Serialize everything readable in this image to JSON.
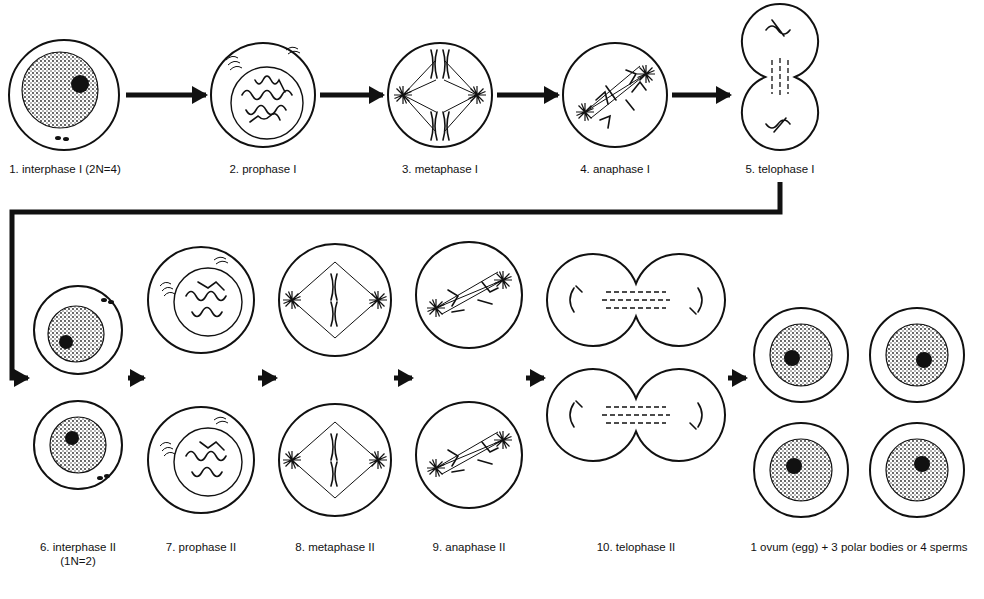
{
  "diagram": {
    "nodes": [
      {
        "text": [
          "1. interphase I (2N=4)"
        ]
      },
      {
        "text": [
          "2. prophase I"
        ]
      },
      {
        "text": [
          "3. metaphase I"
        ]
      },
      {
        "text": [
          "4. anaphase I"
        ]
      },
      {
        "text": [
          "5. telophase I"
        ]
      },
      {
        "text": [
          "6. interphase II (1N=2)"
        ]
      },
      {
        "text": [
          "7. prophase II"
        ]
      },
      {
        "text": [
          "8. metaphase II"
        ]
      },
      {
        "text": [
          "9. anaphase II"
        ]
      },
      {
        "text": [
          "10. telophase II"
        ]
      },
      {
        "text": [
          "1 ovum (egg) + 3 polar bodies or 4 sperms"
        ]
      }
    ],
    "edges": [
      {
        "from": 0,
        "to": 1,
        "arrow": "to"
      },
      {
        "from": 1,
        "to": 2,
        "arrow": "to"
      },
      {
        "from": 2,
        "to": 3,
        "arrow": "to"
      },
      {
        "from": 3,
        "to": 4,
        "arrow": "to"
      },
      {
        "from": 4,
        "to": 5,
        "arrow": "to"
      },
      {
        "from": 5,
        "to": 6,
        "arrow": "to"
      },
      {
        "from": 6,
        "to": 7,
        "arrow": "to"
      },
      {
        "from": 7,
        "to": 8,
        "arrow": "to"
      },
      {
        "from": 8,
        "to": 9,
        "arrow": "to"
      },
      {
        "from": 9,
        "to": 10,
        "arrow": "to"
      }
    ]
  }
}
